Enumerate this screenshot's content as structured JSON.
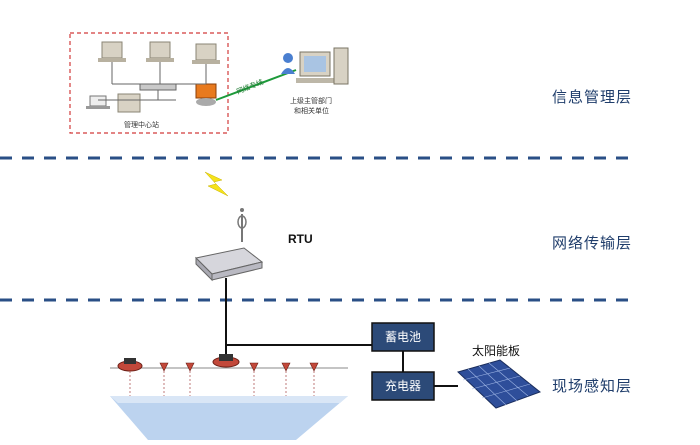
{
  "layers": {
    "info": "信息管理层",
    "network": "网络传输层",
    "field": "现场感知层"
  },
  "labels": {
    "rtu": "RTU",
    "battery": "蓄电池",
    "charger": "充电器",
    "solar_panel": "太阳能板",
    "network_line": "网络专线",
    "upper_dept": "上级主管部门",
    "upper_dept_2": "和相关单位",
    "center": "管理中心站"
  },
  "colors": {
    "layer_text": "#1f3d6b",
    "divider": "#2a4f86",
    "box_fill": "#2c4a78",
    "network_line": "#1d9a3a",
    "red_frame": "#d23b3b",
    "water": "#bcd3ef"
  }
}
